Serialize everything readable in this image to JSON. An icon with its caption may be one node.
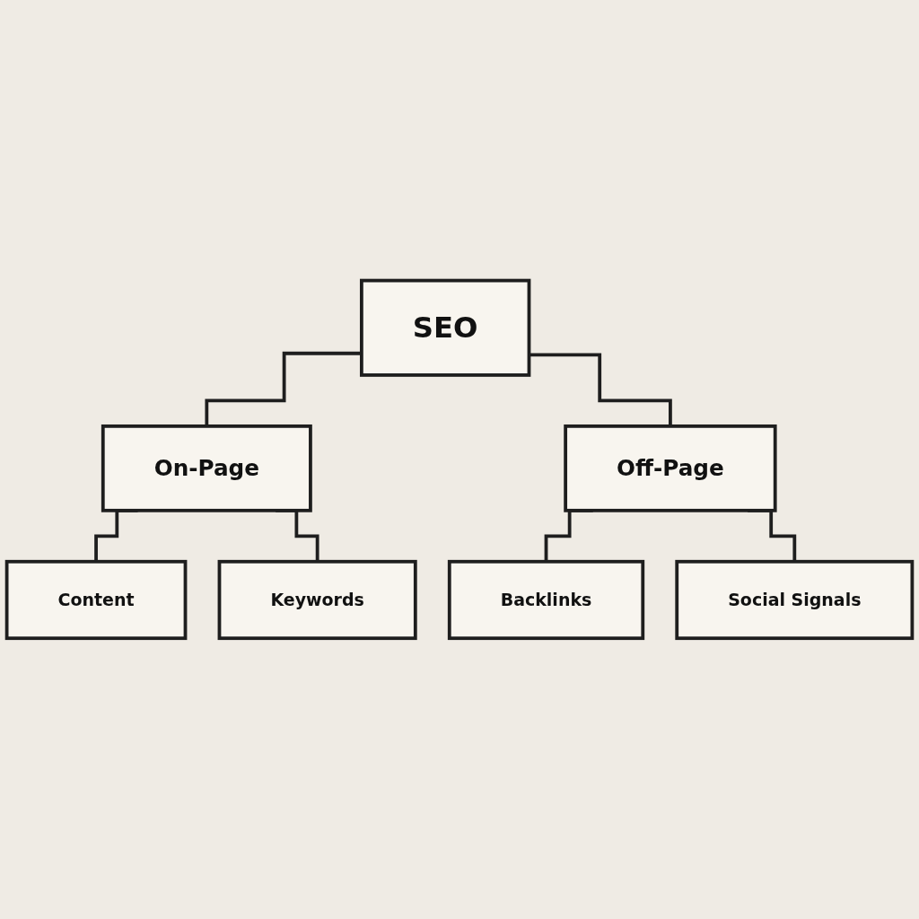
{
  "diagram": {
    "nodes": [
      {
        "text": [
          "SEO"
        ]
      },
      {
        "text": [
          "On-Page"
        ]
      },
      {
        "text": [
          "Off-Page"
        ]
      },
      {
        "text": [
          "Content"
        ]
      },
      {
        "text": [
          "Keywords"
        ]
      },
      {
        "text": [
          "Backlinks"
        ]
      },
      {
        "text": [
          "Social Signals"
        ]
      }
    ],
    "edges": [
      {
        "from": 0,
        "to": 1,
        "arrow": "none"
      },
      {
        "from": 0,
        "to": 2,
        "arrow": "none"
      },
      {
        "from": 1,
        "to": 3,
        "arrow": "none"
      },
      {
        "from": 1,
        "to": 4,
        "arrow": "none"
      },
      {
        "from": 2,
        "to": 5,
        "arrow": "none"
      },
      {
        "from": 2,
        "to": 6,
        "arrow": "none"
      }
    ]
  }
}
